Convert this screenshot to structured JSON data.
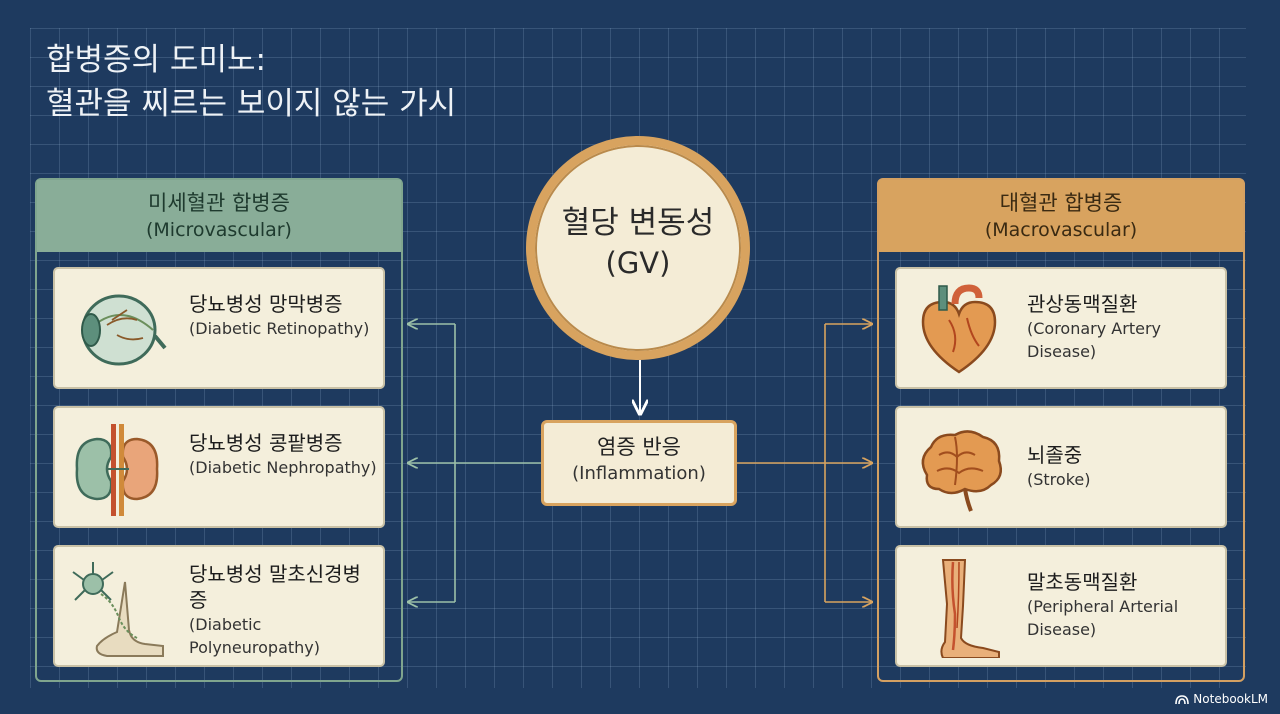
{
  "title": {
    "line1": "합병증의 도미노:",
    "line2": "혈관을 찌르는 보이지 않는 가시"
  },
  "center": {
    "ko": "혈당 변동성",
    "en": "(GV)"
  },
  "inflammation": {
    "ko": "염증 반응",
    "en": "(Inflammation)"
  },
  "micro": {
    "title_ko": "미세혈관 합병증",
    "title_en": "(Microvascular)",
    "items": [
      {
        "ko": "당뇨병성 망막병증",
        "en": "(Diabetic Retinopathy)",
        "icon": "eye-icon"
      },
      {
        "ko": "당뇨병성 콩팥병증",
        "en": "(Diabetic Nephropathy)",
        "icon": "kidney-icon"
      },
      {
        "ko": "당뇨병성 말초신경병증",
        "en": "(Diabetic Polyneuropathy)",
        "icon": "foot-nerve-icon"
      }
    ]
  },
  "macro": {
    "title_ko": "대혈관 합병증",
    "title_en": "(Macrovascular)",
    "items": [
      {
        "ko": "관상동맥질환",
        "en": "(Coronary Artery Disease)",
        "icon": "heart-icon"
      },
      {
        "ko": "뇌졸중",
        "en": "(Stroke)",
        "icon": "brain-icon"
      },
      {
        "ko": "말초동맥질환",
        "en": "(Peripheral Arterial Disease)",
        "icon": "leg-icon"
      }
    ]
  },
  "colors": {
    "background": "#1e3a5f",
    "micro_accent": "#89ad98",
    "macro_accent": "#d8a35f",
    "card": "#f4efdc"
  },
  "brand": "NotebookLM"
}
